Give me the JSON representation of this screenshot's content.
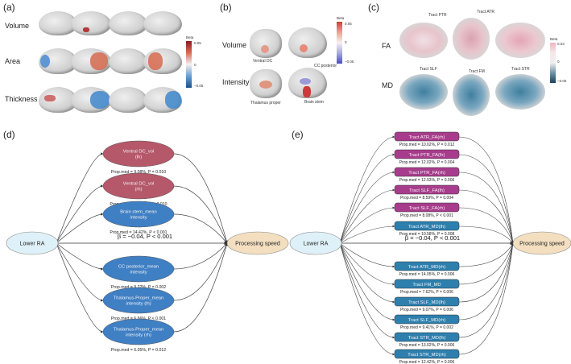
{
  "panels": {
    "a": "(a)",
    "b": "(b)",
    "c": "(c)",
    "d": "(d)",
    "e": "(e)"
  },
  "panel_a": {
    "rows": [
      "Volume",
      "Area",
      "Thickness"
    ],
    "colorbar": {
      "title": "Beta",
      "max": "0.05",
      "zero": "0",
      "min": "−0.05"
    }
  },
  "panel_b": {
    "rows": [
      "Volume",
      "Intensity"
    ],
    "region_labels": {
      "ventral_dc": "Ventral DC",
      "cc_posterior": "CC posterior",
      "thalamus": "Thalamus proper",
      "brain_stem": "Brain stem"
    },
    "colorbar": {
      "title": "Beta",
      "max": "0.05",
      "zero": "0",
      "min": "−0.05"
    }
  },
  "panel_c": {
    "rows": [
      "FA",
      "MD"
    ],
    "tract_labels": {
      "ptr": "Tract PTR",
      "atr": "Tract ATR",
      "slf": "Tract SLF",
      "fm": "Tract FM",
      "str": "Tract STR"
    },
    "colorbar": {
      "title": "Beta",
      "max": "0.03",
      "zero": "0",
      "min": "−0.05"
    }
  },
  "panel_d": {
    "left_node": "Lower RA",
    "right_node": "Processing speed",
    "direct_effect": "β = −0.04, P < 0.001",
    "mediators": [
      {
        "label": "Ventral DC_vol (lh)",
        "stat": "Prop.med = 9.08%, P = 0.010",
        "color": "#b5586a"
      },
      {
        "label": "Ventral DC_vol (rh)",
        "stat": "Prop.med = 10.19%, P = 0.010",
        "color": "#b5586a"
      },
      {
        "label": "Brain stem_mean intensity",
        "stat": "Prop.med = 14.42%, P < 0.001",
        "color": "#3f7fc4"
      },
      {
        "label": "CC posterior_mean intensity",
        "stat": "Prop.med = 9.22%, P = 0.002",
        "color": "#3f7fc4"
      },
      {
        "label": "Thalamus-Proper_mean intensity (lh)",
        "stat": "Prop.med = 6.56%, P < 0.001",
        "color": "#3f7fc4"
      },
      {
        "label": "Thalamus-Proper_mean intensity (rh)",
        "stat": "Prop.med = 6.05%, P = 0.012",
        "color": "#3f7fc4"
      }
    ]
  },
  "panel_e": {
    "left_node": "Lower RA",
    "right_node": "Processing speed",
    "direct_effect": "β = −0.04, P < 0.001",
    "mediators": [
      {
        "label": "Tract ATR_FA(rh)",
        "stat": "Prop.med = 10.02%, P = 0.012",
        "color": "#a83c8c"
      },
      {
        "label": "Tract PTR_FA(lh)",
        "stat": "Prop.med = 12.02%, P = 0.004",
        "color": "#a83c8c"
      },
      {
        "label": "Tract PTR_FA(rh)",
        "stat": "Prop.med = 12.93%, P = 0.006",
        "color": "#a83c8c"
      },
      {
        "label": "Tract SLF_FA(lh)",
        "stat": "Prop.med = 8.59%, P = 0.004",
        "color": "#a83c8c"
      },
      {
        "label": "Tract SLF_FA(rh)",
        "stat": "Prop.med = 8.08%, P < 0.001",
        "color": "#a83c8c"
      },
      {
        "label": "Tract ATR_MD(lh)",
        "stat": "Prop.med = 10.58%, P = 0.008",
        "color": "#2d7fae"
      },
      {
        "label": "Tract ATR_MD(rh)",
        "stat": "Prop.med = 14.05%, P = 0.006",
        "color": "#2d7fae"
      },
      {
        "label": "Tract FM_MD",
        "stat": "Prop.med = 7.62%, P = 0.006",
        "color": "#2d7fae"
      },
      {
        "label": "Tract SLF_MD(lh)",
        "stat": "Prop.med = 9.07%, P = 0.006",
        "color": "#2d7fae"
      },
      {
        "label": "Tract SLF_MD(rh)",
        "stat": "Prop.med = 9.41%, P = 0.002",
        "color": "#2d7fae"
      },
      {
        "label": "Tract STR_MD(lh)",
        "stat": "Prop.med = 13.02%, P = 0.006",
        "color": "#2d7fae"
      },
      {
        "label": "Tract STR_MD(rh)",
        "stat": "Prop.med = 12.42%, P = 0.006",
        "color": "#2d7fae"
      }
    ]
  }
}
